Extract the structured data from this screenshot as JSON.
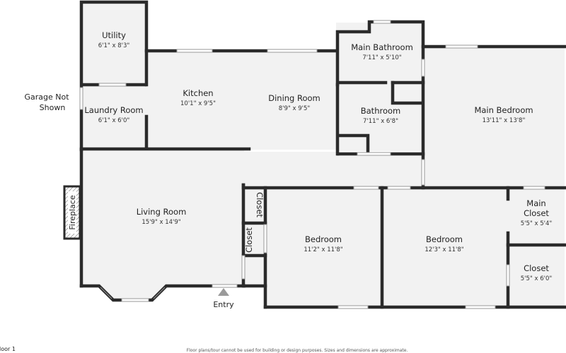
{
  "rooms": {
    "utility": {
      "name": "Utility",
      "dim": "6'1\" x 8'3\""
    },
    "kitchen": {
      "name": "Kitchen",
      "dim": "10'1\" x 9'5\""
    },
    "dining": {
      "name": "Dining Room",
      "dim": "8'9\" x 9'5\""
    },
    "main_bathroom": {
      "name": "Main Bathroom",
      "dim": "7'11\" x 5'10\""
    },
    "main_bedroom": {
      "name": "Main Bedroom",
      "dim": "13'11\" x 13'8\""
    },
    "laundry": {
      "name": "Laundry Room",
      "dim": "6'1\" x 6'0\""
    },
    "bathroom": {
      "name": "Bathroom",
      "dim": "7'11\" x 6'8\""
    },
    "living": {
      "name": "Living Room",
      "dim": "15'9\" x 14'9\""
    },
    "bedroom1": {
      "name": "Bedroom",
      "dim": "11'2\" x 11'8\""
    },
    "bedroom2": {
      "name": "Bedroom",
      "dim": "12'3\" x 11'8\""
    },
    "main_closet": {
      "name_l1": "Main",
      "name_l2": "Closet",
      "dim": "5'5\" x 5'4\""
    },
    "closet_small": {
      "name": "Closet",
      "dim": "5'5\" x 6'0\""
    }
  },
  "labels": {
    "garage_l1": "Garage Not",
    "garage_l2": "Shown",
    "fireplace": "Fireplace",
    "closet_upper": "Closet",
    "closet_lower": "Closet",
    "entry": "Entry",
    "floor": "loor 1",
    "footer": "Floor plans/tour cannot be used for building or design purposes. Sizes and dimensions are approximate."
  }
}
